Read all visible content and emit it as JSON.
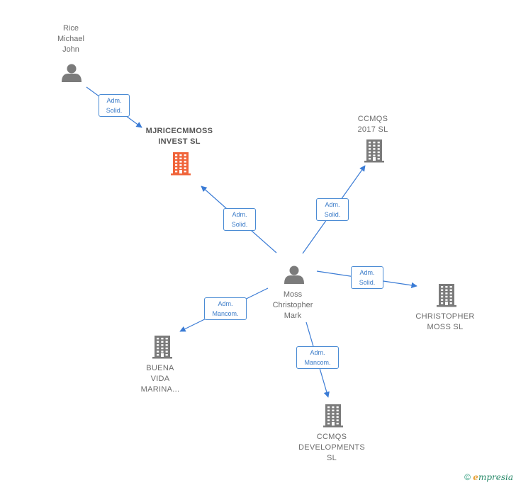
{
  "colors": {
    "edge": "#3a7bd5",
    "person_icon": "#7b7b7b",
    "company_icon": "#7b7b7b",
    "focus_company_icon": "#f0643a"
  },
  "nodes": [
    {
      "id": "rice",
      "type": "person",
      "label": "Rice\nMichael\nJohn"
    },
    {
      "id": "mjrice",
      "type": "company",
      "focus": true,
      "label": "MJRICECMMOSS\nINVEST  SL"
    },
    {
      "id": "ccmqs2017",
      "type": "company",
      "label": "CCMQS\n2017  SL"
    },
    {
      "id": "moss",
      "type": "person",
      "label": "Moss\nChristopher\nMark"
    },
    {
      "id": "christopher",
      "type": "company",
      "label": "CHRISTOPHER\nMOSS  SL"
    },
    {
      "id": "buena",
      "type": "company",
      "label": "BUENA\nVIDA\nMARINA..."
    },
    {
      "id": "ccmqsdev",
      "type": "company",
      "label": "CCMQS\nDEVELOPMENTS\nSL"
    }
  ],
  "edges": [
    {
      "from": "rice",
      "to": "mjrice",
      "label": "Adm.\nSolid."
    },
    {
      "from": "moss",
      "to": "mjrice",
      "label": "Adm.\nSolid."
    },
    {
      "from": "moss",
      "to": "ccmqs2017",
      "label": "Adm.\nSolid."
    },
    {
      "from": "moss",
      "to": "christopher",
      "label": "Adm.\nSolid."
    },
    {
      "from": "moss",
      "to": "buena",
      "label": "Adm.\nMancom."
    },
    {
      "from": "moss",
      "to": "ccmqsdev",
      "label": "Adm.\nMancom."
    }
  ],
  "footer": {
    "copyright": "©",
    "brand_first": "e",
    "brand_rest": "mpresia"
  }
}
